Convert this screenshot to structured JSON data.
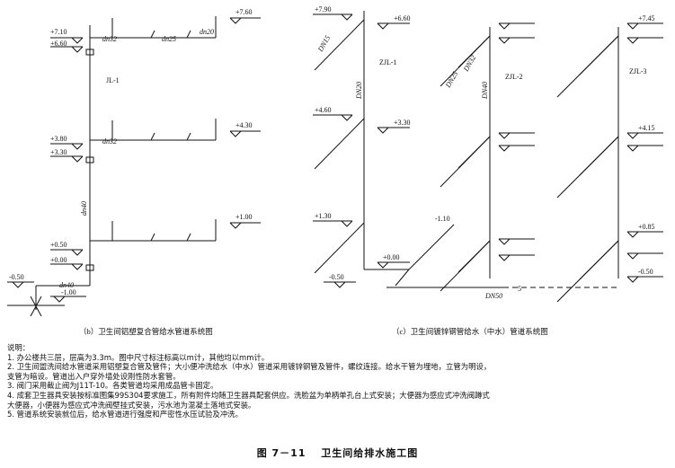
{
  "panel_b": {
    "caption": "（b）卫生间铝塑复合管给水管道系统图",
    "riser": "JL-1",
    "elev": [
      "+7.60",
      "+7.10",
      "+6.60",
      "+4.30",
      "+3.80",
      "+3.30",
      "+1.00",
      "+0.50",
      "+0.00",
      "-0.50",
      "-1.00"
    ],
    "dn": [
      "dn32",
      "dn25",
      "dn20",
      "dn32",
      "dn40",
      "dn40"
    ]
  },
  "panel_c": {
    "caption": "（c）卫生间镀锌钢管给水（中水）管道系统图",
    "risers": [
      "ZJL-1",
      "ZJL-2",
      "ZJL-3"
    ],
    "elev": [
      "+7.90",
      "+6.60",
      "+4.60",
      "+3.30",
      "+1.30",
      "+0.00",
      "-0.50",
      "+7.45",
      "+4.15",
      "+0.85",
      "-1.10",
      "-0.50"
    ],
    "dn": [
      "DN15",
      "DN20",
      "DN25",
      "DN32",
      "DN40",
      "DN50"
    ],
    "marker": "5"
  },
  "notes": {
    "heading": "说明：",
    "lines": [
      "1. 办公楼共三层，层高为3.3m。图中尺寸标注标高以m计，其他均以mm计。",
      "2. 卫生间盥洗间给水管道采用铝塑复合管及管件；大小便冲洗给水（中水）管道采用镀锌钢管及管件，螺纹连接。给水干管为埋地，立管为明设，",
      "    支管为暗设。管道出入户穿外墙处设刚性防水套管。",
      "3. 阀门采用截止阀为J11T-10。各类管道均采用成品管卡固定。",
      "4. 成套卫生器具安装按标准图集99S304要求施工，所有附件均随卫生器具配套供应。洗脸盆为单柄单孔台上式安装；大便器为感应式冲洗阀蹲式",
      "    大便器，小便器为感应式冲洗阀壁挂式安装，污水池为混凝土落地式安装。",
      "5. 管道系统安装就位后，给水管道进行强度和严密性水压试验及冲洗。"
    ]
  },
  "figure_title": "图 7－11　 卫生间给排水施工图"
}
